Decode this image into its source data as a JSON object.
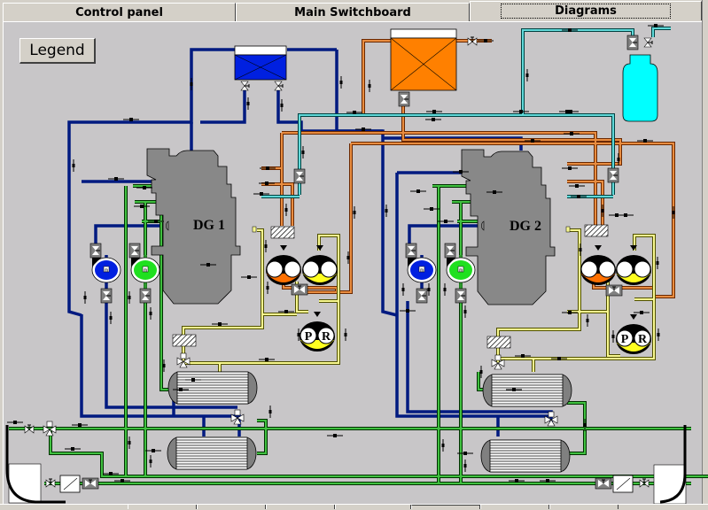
{
  "tabs": [
    {
      "label": "Control panel",
      "active": false
    },
    {
      "label": "Main Switchboard",
      "active": false
    },
    {
      "label": "Diagrams",
      "active": true
    }
  ],
  "legend_button": "Legend",
  "engines": [
    {
      "id": "dg1",
      "label": "DG 1"
    },
    {
      "id": "dg2",
      "label": "DG 2"
    }
  ],
  "filter_labels": {
    "p": "P",
    "r": "R"
  },
  "pump_motor_label": "m",
  "colors": {
    "panel_bg": "#c8c6c8",
    "engine_gray": "#888888",
    "freshwater_blue": "#001a80",
    "seawater_green": "#2e9a2e",
    "fuel_brown": "#c86428",
    "lube_yellow": "#f0f080",
    "air_cyan": "#40c0c0",
    "expansion_tank_blue": "#0020e0",
    "fuel_tank_orange": "#ff8000",
    "air_bottle_cyan": "#00ffff",
    "pump_blue": "#0020e0",
    "pump_green": "#20e020"
  },
  "bottom_tabs_count": 7
}
